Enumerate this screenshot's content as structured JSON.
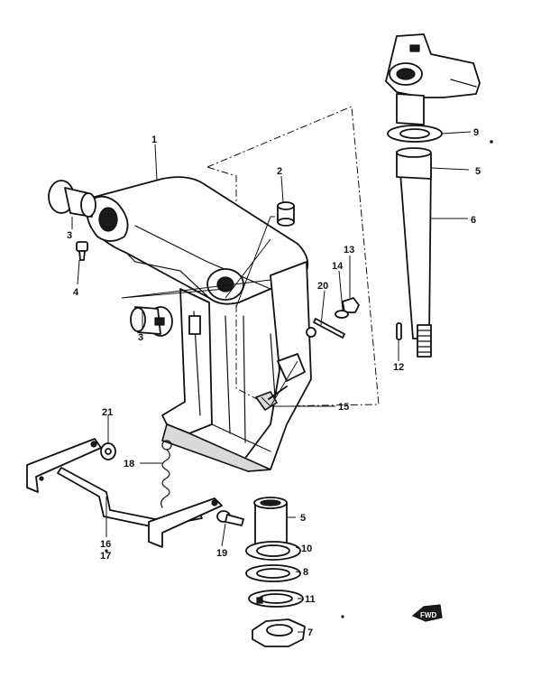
{
  "callouts": {
    "c1": "1",
    "c2": "2",
    "c3a": "3",
    "c3b": "3",
    "c4": "4",
    "c5a": "5",
    "c5b": "5",
    "c6": "6",
    "c7": "7",
    "c8": "8",
    "c9": "9",
    "c10": "10",
    "c11": "11",
    "c12": "12",
    "c13": "13",
    "c14": "14",
    "c15": "15",
    "c16": "16",
    "c17": "17",
    "c18": "18",
    "c19": "19",
    "c20": "20",
    "c21": "21"
  },
  "fwd_label": "FWD",
  "colors": {
    "ink": "#111111",
    "paper": "#ffffff"
  }
}
